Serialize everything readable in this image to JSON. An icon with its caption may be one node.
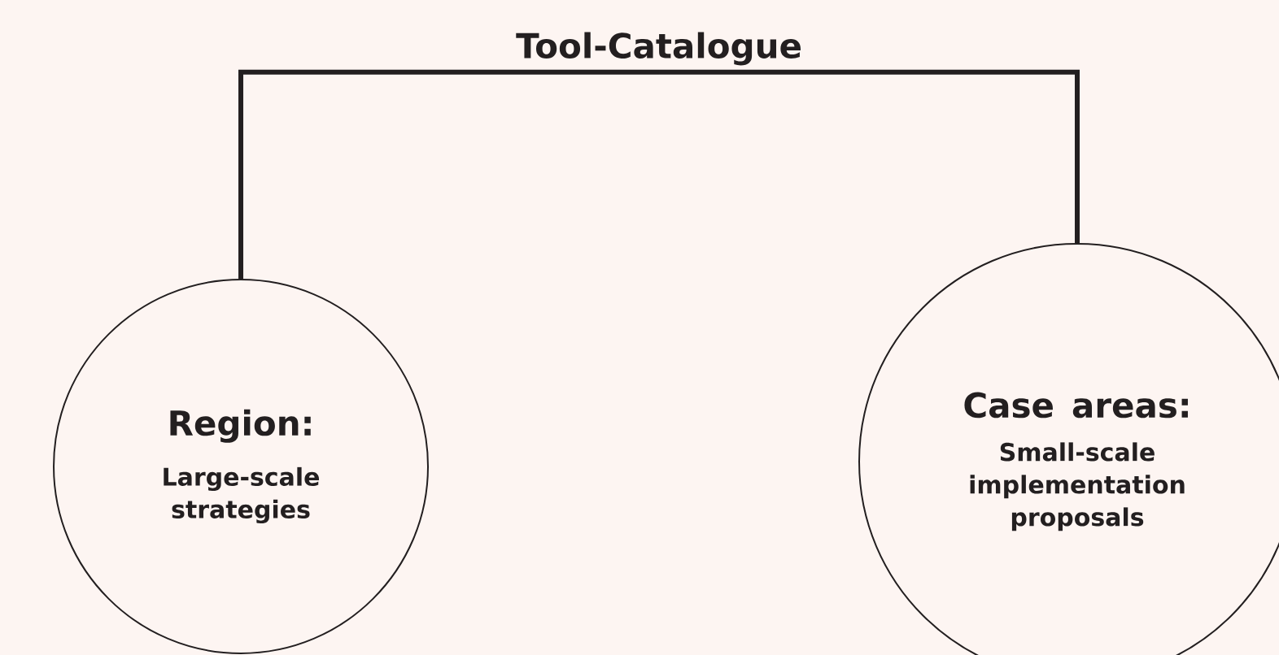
{
  "diagram": {
    "nodes": [
      {
        "text": [
          "Tool-Catalogue"
        ]
      },
      {
        "text": [
          "Region:",
          "Large-scale strategies"
        ]
      },
      {
        "text": [
          "Case areas:",
          "Small-scale implementation proposals"
        ]
      }
    ],
    "edges": [
      {
        "from": 0,
        "to": 1,
        "arrow": "none"
      },
      {
        "from": 0,
        "to": 2,
        "arrow": "none"
      }
    ]
  }
}
